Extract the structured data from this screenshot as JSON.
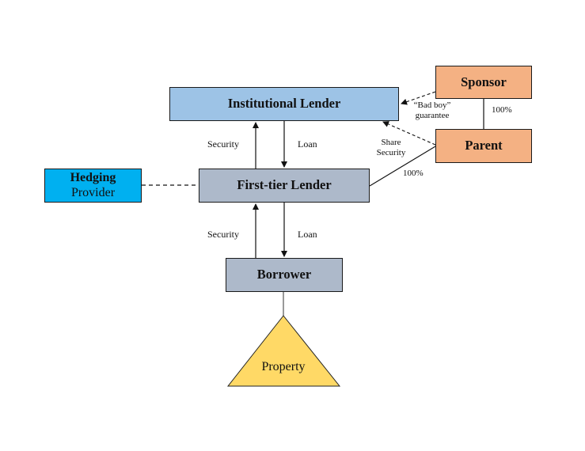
{
  "diagram": {
    "nodes": {
      "institutional_lender": {
        "label": "Institutional Lender",
        "color": "#9dc3e6"
      },
      "first_tier_lender": {
        "label": "First-tier Lender",
        "color": "#adb9ca"
      },
      "hedging_provider": {
        "line1": "Hedging",
        "line2": "Provider",
        "color": "#00b0f0"
      },
      "borrower": {
        "label": "Borrower",
        "color": "#adb9ca"
      },
      "sponsor": {
        "label": "Sponsor",
        "color": "#f4b183"
      },
      "parent": {
        "label": "Parent",
        "color": "#f4b183"
      },
      "property": {
        "label": "Property",
        "color": "#ffd966"
      }
    },
    "edges": {
      "upper_security": "Security",
      "upper_loan": "Loan",
      "lower_security": "Security",
      "lower_loan": "Loan",
      "bad_boy_line1": "“Bad boy”",
      "bad_boy_line2": "guarantee",
      "share_line1": "Share",
      "share_line2": "Security",
      "sponsor_parent_pct": "100%",
      "parent_first_tier_pct": "100%"
    }
  }
}
